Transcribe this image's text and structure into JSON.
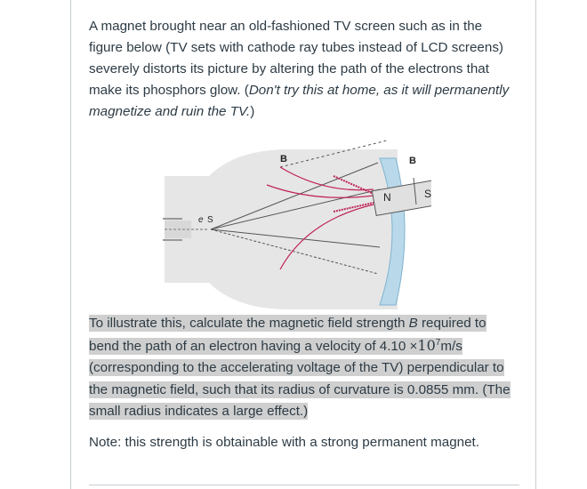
{
  "intro": {
    "text_plain": "A magnet brought near an old-fashioned TV screen such as in the figure below (TV sets with cathode ray tubes instead of LCD screens) severely distorts its picture by altering the path of the electrons that make its phosphors glow. (",
    "text_italic": "Don't try this at home, as it will permanently magnetize and ruin the TV.",
    "text_end": ")"
  },
  "figure": {
    "label_b_left": "B",
    "label_b_right": "B",
    "label_n": "N",
    "label_s": "S",
    "label_electron": "e",
    "label_electron_s": "S",
    "colors": {
      "tube": "#e6e6e6",
      "screen": "#b9d9ea",
      "magnet": "#e0e0e0",
      "field": "#c0245a"
    }
  },
  "problem": {
    "part1": "To illustrate this, calculate the magnetic field strength ",
    "var_b": "B",
    "part2": " required to bend the path of an electron having a velocity of 4.10 ",
    "times": "×",
    "base": "10",
    "exp": "7",
    "part3": "m/s (corresponding to the accelerating voltage of the TV) perpendicular to the magnetic field, such that its radius of curvature is 0.0855 mm. (The small radius indicates a large effect.)"
  },
  "note": {
    "text": "Note: this strength is obtainable with a strong permanent magnet."
  }
}
